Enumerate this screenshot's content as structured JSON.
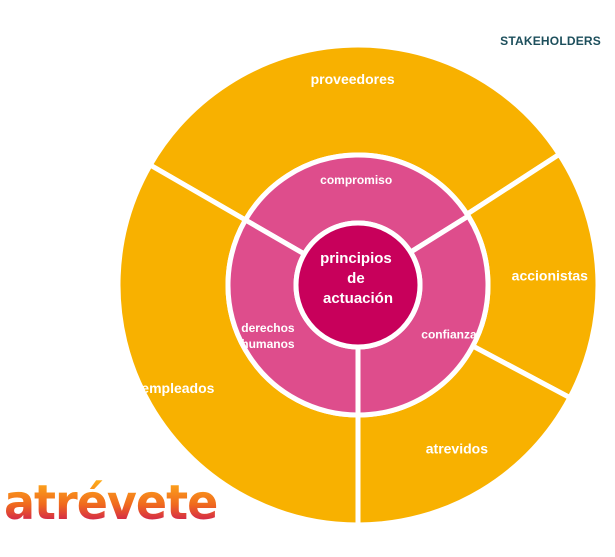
{
  "header": {
    "title": "STAKEHOLDERS"
  },
  "colors": {
    "outer": "#f8b100",
    "middle": "#de4d8c",
    "core": "#c8005b",
    "divider": "#ffffff",
    "title": "#1d4f5c"
  },
  "outer_ring": [
    {
      "label": "proveedores",
      "start": 300,
      "end": 57
    },
    {
      "label": "accionistas",
      "start": 57,
      "end": 118
    },
    {
      "label": "atrevidos",
      "start": 118,
      "end": 180
    },
    {
      "label": "empleados",
      "start": 180,
      "end": 300
    }
  ],
  "middle_ring": [
    {
      "label": "compromiso",
      "start": 300,
      "end": 58
    },
    {
      "label": "confianza",
      "start": 58,
      "end": 180
    },
    {
      "label": [
        "derechos",
        "humanos"
      ],
      "start": 180,
      "end": 300
    }
  ],
  "core": {
    "label": [
      "principios",
      "de",
      "actuación"
    ]
  },
  "logo": {
    "text": "atrévete"
  }
}
